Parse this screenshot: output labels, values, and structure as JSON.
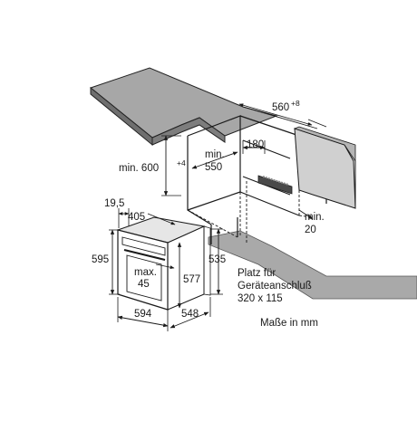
{
  "labels": {
    "dim_560": "560",
    "dim_560_sup": "+8",
    "dim_min600": "min. 600",
    "dim_min600_sup": "+4",
    "dim_min550_a": "min.",
    "dim_min550_b": "550",
    "dim_180": "180",
    "dim_min20_a": "min.",
    "dim_min20_b": "20",
    "dim_19_5": "19,5",
    "dim_405": "405",
    "dim_595": "595",
    "dim_max45_a": "max.",
    "dim_max45_b": "45",
    "dim_577": "577",
    "dim_535": "535",
    "dim_594": "594",
    "dim_548": "548",
    "note_connection_1": "Platz für",
    "note_connection_2": "Geräteanschluß",
    "note_connection_3": "320 x 115",
    "note_units": "Maße in mm"
  }
}
